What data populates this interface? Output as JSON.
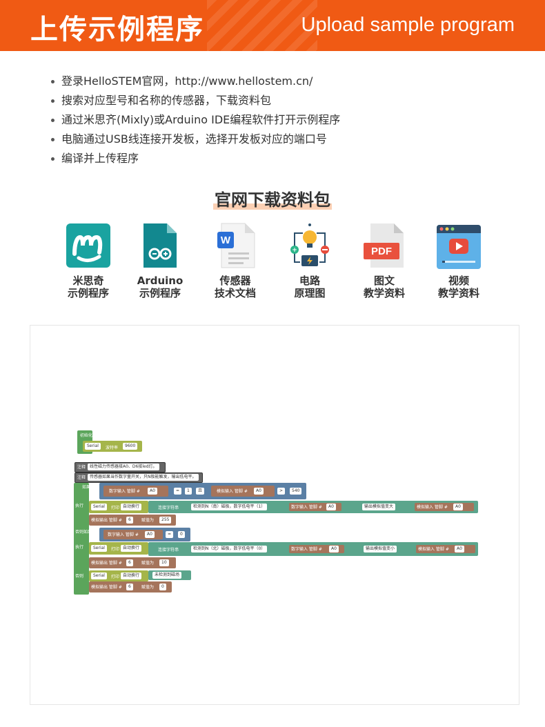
{
  "header": {
    "title_cn": "上传示例程序",
    "title_en": "Upload sample program"
  },
  "steps": [
    "登录HelloSTEM官网，http://www.hellostem.cn/",
    "搜索对应型号和名称的传感器，下载资料包",
    "通过米思齐(Mixly)或Arduino IDE编程软件打开示例程序",
    "电脑通过USB线连接开发板，选择开发板对应的端口号",
    "编译并上传程序"
  ],
  "download_title": "官网下载资料包",
  "resources": [
    {
      "line1": "米思奇",
      "line2": "示例程序",
      "icon": "mixly-icon"
    },
    {
      "line1": "Arduino",
      "line2": "示例程序",
      "icon": "arduino-icon"
    },
    {
      "line1": "传感器",
      "line2": "技术文档",
      "icon": "word-doc-icon"
    },
    {
      "line1": "电路",
      "line2": "原理图",
      "icon": "circuit-icon"
    },
    {
      "line1": "图文",
      "line2": "教学资料",
      "icon": "pdf-icon"
    },
    {
      "line1": "视频",
      "line2": "教学资料",
      "icon": "video-icon"
    }
  ],
  "icon_text": {
    "pdf": "PDF",
    "word": "W"
  },
  "colors": {
    "brand_orange": "#f05a14",
    "block_green": "#5ba55b",
    "block_olive": "#a5b54a",
    "block_teal": "#5ba58c",
    "block_blue": "#5b80a5",
    "block_brown": "#a5745b",
    "block_purple": "#5b67a5"
  },
  "code": {
    "init": "初始化",
    "serial": "Serial",
    "baud_label": "波特率",
    "baud": "9600",
    "note_label": "注释",
    "note1": "线性磁力传感器接A0、D6接led灯。",
    "note2": "传感器如果当作数字量开关，只N极能触发，输出低电平。",
    "if": "如果",
    "digital_in": "数字输入 管脚 #",
    "analog_in": "模拟输入 管脚 #",
    "pin_a0": "A0",
    "op_eq": "=",
    "one": "1",
    "and": "且",
    "op_gt": ">",
    "val_540": "540",
    "exec": "执行",
    "print_ln": "打印",
    "auto_newline": "自动换行",
    "concat": "连接字符串",
    "str_n": "检测到N（南）磁极，数字低电平（1）",
    "str_analog_up": "输出模拟值变大",
    "analog_out": "模拟输出 管脚 #",
    "pin_6": "6",
    "assign": "赋值为",
    "val_255": "255",
    "else_if": "否则如果",
    "zero": "0",
    "str_s": "检测到N（北）磁极，数字低电平（0）",
    "str_analog_down": "输出模拟值变小",
    "val_10": "10",
    "else": "否则",
    "str_none": "未检测到磁场",
    "val_0": "0"
  }
}
